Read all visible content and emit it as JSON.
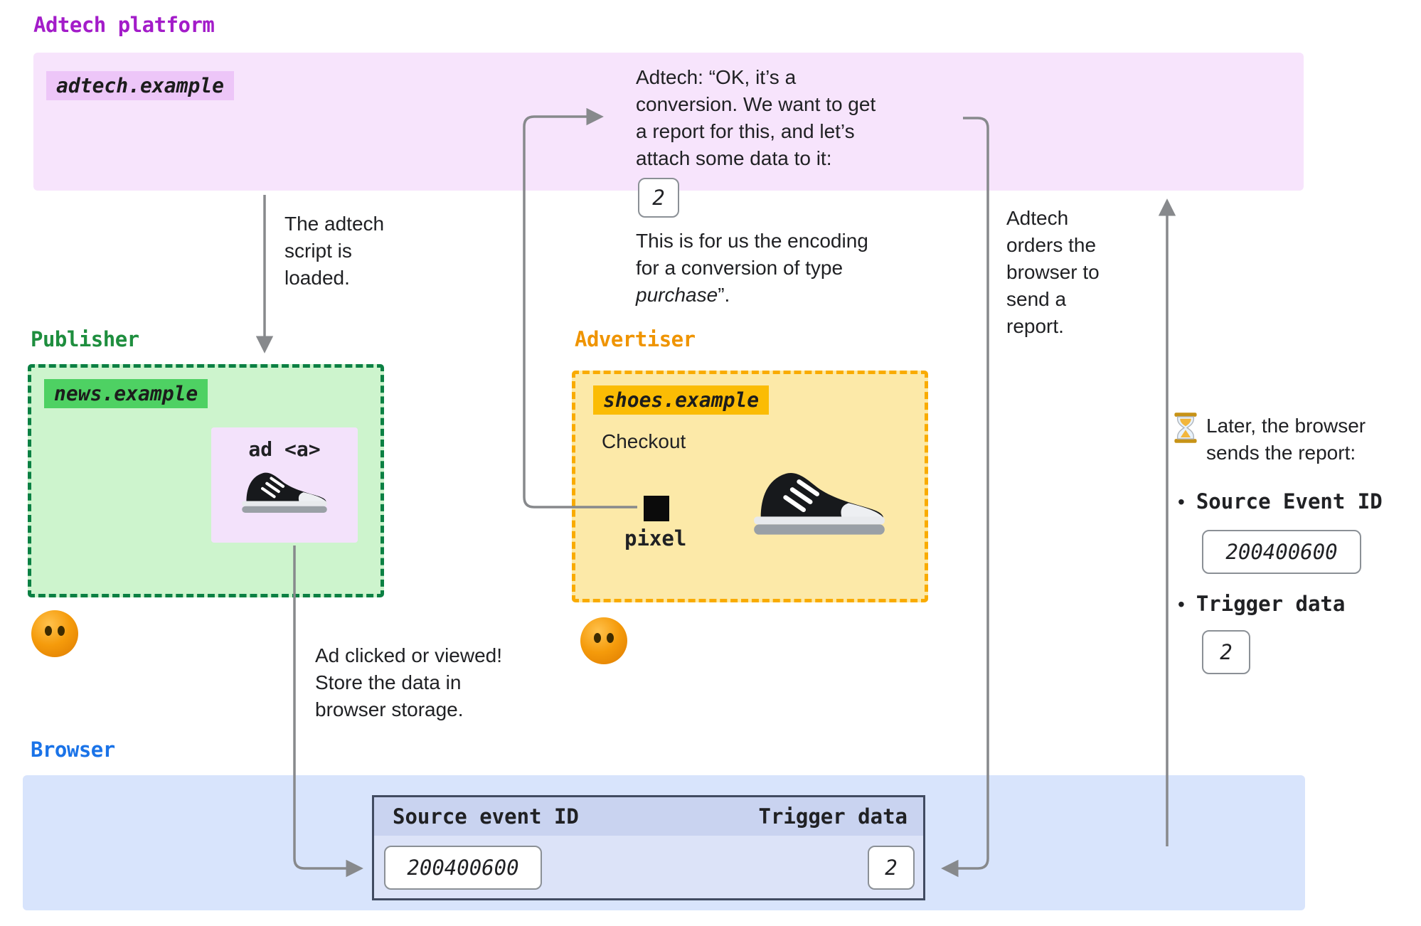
{
  "colors": {
    "adtech_label": "#a31cc9",
    "adtech_band_bg": "#f7e4fc",
    "adtech_chip_bg": "#edc6f8",
    "publisher_label": "#1e8e3e",
    "publisher_border": "#0b8043",
    "publisher_bg": "#cdf4cd",
    "publisher_chip_bg": "#4ed163",
    "ad_box_bg": "#f3e2fb",
    "advertiser_label": "#ef9400",
    "advertiser_border": "#f9ab00",
    "advertiser_bg": "#fce9a8",
    "advertiser_chip_bg": "#fbbc04",
    "browser_label": "#1a73e8",
    "browser_band_bg": "#d8e4fc",
    "table_header_bg": "#c9d3f0",
    "table_body_bg": "#dce3f8",
    "arrow": "#87898c"
  },
  "adtech": {
    "label": "Adtech platform",
    "domain": "adtech.example"
  },
  "publisher": {
    "label": "Publisher",
    "domain": "news.example",
    "ad_label": "ad <a>"
  },
  "advertiser": {
    "label": "Advertiser",
    "domain": "shoes.example",
    "checkout_label": "Checkout",
    "pixel_label": "pixel"
  },
  "browser": {
    "label": "Browser",
    "table": {
      "headers": [
        "Source event ID",
        "Trigger data"
      ],
      "source_event_id": "200400600",
      "trigger_data": "2"
    }
  },
  "annotations": {
    "script_loaded_lines": [
      "The adtech",
      "script is",
      "loaded."
    ],
    "adtech_quote1_lines": [
      "Adtech: “OK, it’s a",
      "conversion. We want to get",
      "a report for this, and let’s",
      "attach some data to it:"
    ],
    "trigger_data_value": "2",
    "adtech_quote2_lines": [
      "This is for us the encoding",
      "for a conversion of type"
    ],
    "adtech_quote2_italic": "purchase",
    "adtech_quote2_end": "”.",
    "orders_report_lines": [
      "Adtech",
      "orders the",
      "browser to",
      "send a",
      "report."
    ],
    "ad_clicked_lines": [
      "Ad clicked or viewed!",
      "Store the data in",
      "browser storage."
    ],
    "report_note_lines": [
      "Later, the browser",
      "sends the report:"
    ],
    "bullet": "•",
    "report_items": [
      {
        "label": "Source Event ID",
        "value": "200400600"
      },
      {
        "label": "Trigger data",
        "value": "2"
      }
    ]
  }
}
